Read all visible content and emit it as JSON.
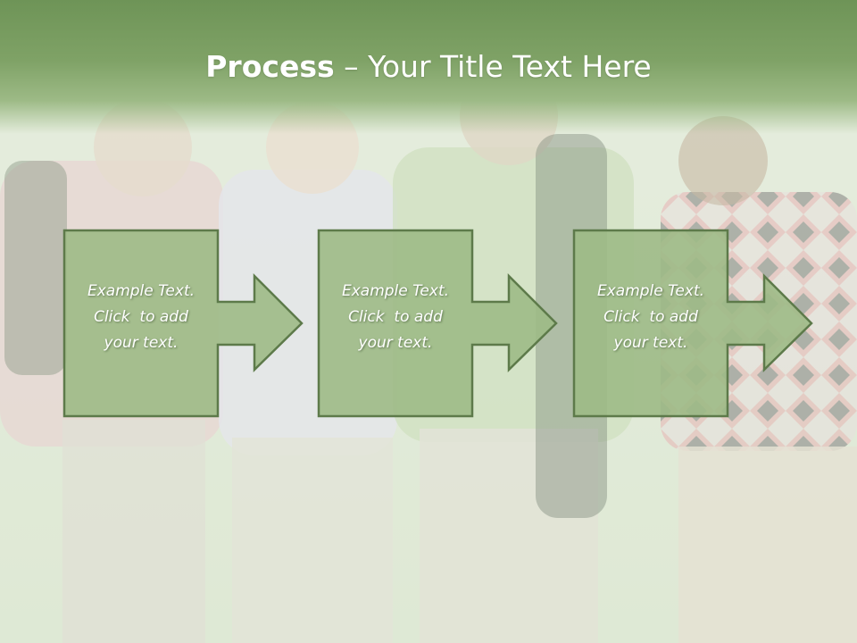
{
  "title": {
    "bold": "Process",
    "rest": " – Your Title Text Here"
  },
  "steps": [
    {
      "lines": [
        "Example Text.",
        "Click  to add",
        "your text."
      ]
    },
    {
      "lines": [
        "Example Text.",
        "Click  to add",
        "your text."
      ]
    },
    {
      "lines": [
        "Example Text.",
        "Click  to add",
        "your text."
      ]
    }
  ],
  "colors": {
    "header": "#7fa266",
    "box_fill": "#9dba86",
    "box_stroke": "#5d7a4a",
    "text": "#ffffff"
  }
}
